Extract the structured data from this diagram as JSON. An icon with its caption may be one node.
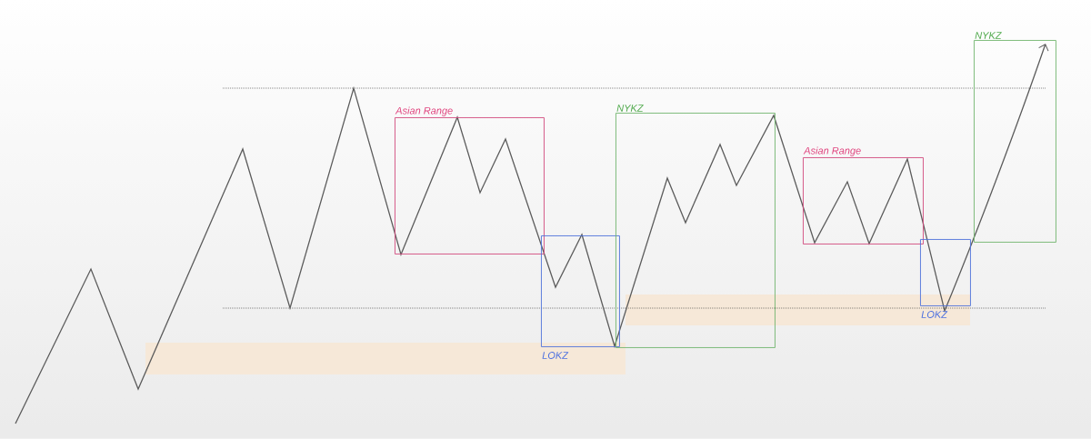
{
  "diagram": {
    "nodes": [
      {
        "text": [
          "Asian Range"
        ]
      },
      {
        "text": [
          "LOKZ"
        ]
      },
      {
        "text": [
          "NYKZ"
        ]
      },
      {
        "text": [
          "Asian Range"
        ]
      },
      {
        "text": [
          "LOKZ"
        ]
      },
      {
        "text": [
          "NYKZ"
        ]
      }
    ]
  }
}
